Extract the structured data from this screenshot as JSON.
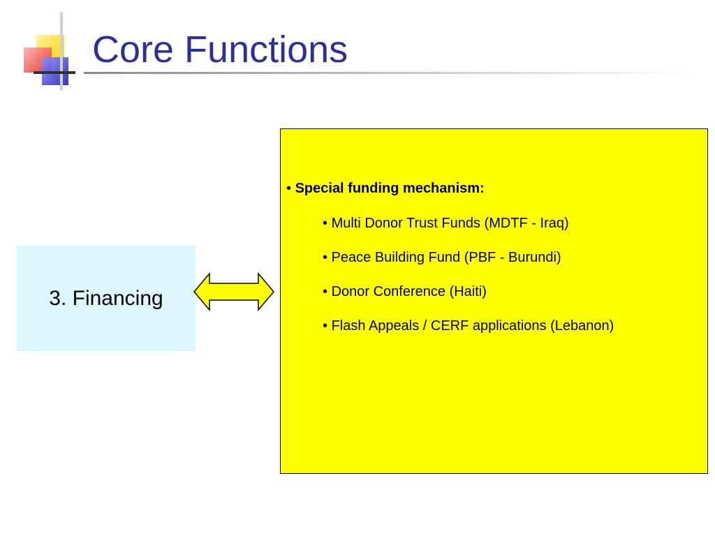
{
  "slide": {
    "title": "Core Functions"
  },
  "left_box": {
    "label": "3. Financing"
  },
  "content": {
    "bullet_char": "•",
    "heading": "Special funding mechanism:",
    "items": [
      "Multi Donor Trust Funds (MDTF - Iraq)",
      "Peace Building Fund (PBF - Burundi)",
      "Donor Conference (Haiti)",
      "Flash Appeals / CERF applications (Lebanon)"
    ]
  },
  "colors": {
    "title": "#2f2f9c",
    "label_box": "#dcf6fe",
    "content_box": "#ffff00",
    "arrow_fill": "#ffff00",
    "logo_yellow": "#ffe033",
    "logo_red": "#f05a5a",
    "logo_blue": "#2f2fc4"
  }
}
